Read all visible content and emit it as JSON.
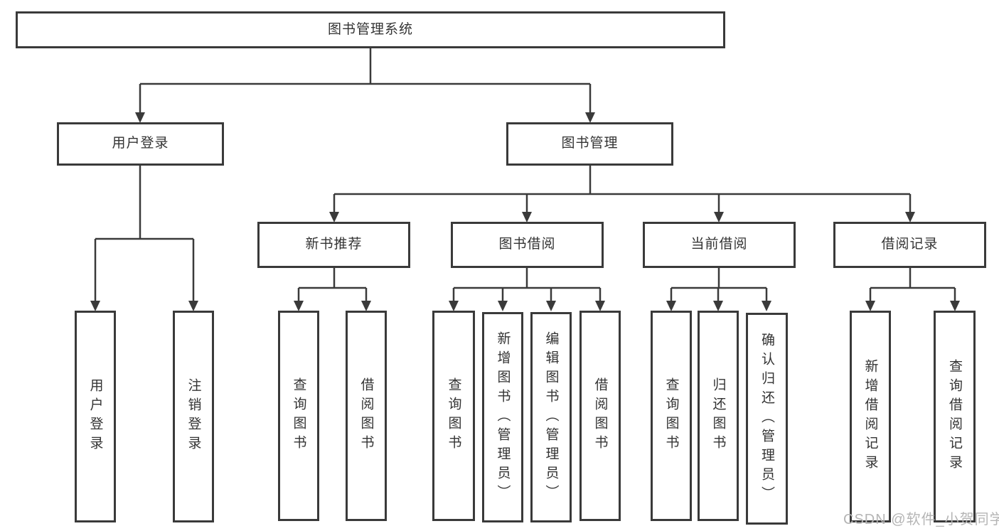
{
  "colors": {
    "line": "#3a3a3a",
    "box_border": "#3a3a3a",
    "text": "#333333",
    "watermark": "#b5b5b5",
    "background": "#ffffff"
  },
  "tree": {
    "root": {
      "label": "图书管理系统"
    },
    "branches": [
      {
        "label": "用户登录",
        "leaves": [
          {
            "label": "用户登录"
          },
          {
            "label": "注销登录"
          }
        ]
      },
      {
        "label": "图书管理",
        "groups": [
          {
            "label": "新书推荐",
            "leaves": [
              {
                "label": "查询图书"
              },
              {
                "label": "借阅图书"
              }
            ]
          },
          {
            "label": "图书借阅",
            "leaves": [
              {
                "label": "查询图书"
              },
              {
                "label": "新增图书（管理员）"
              },
              {
                "label": "编辑图书（管理员）"
              },
              {
                "label": "借阅图书"
              }
            ]
          },
          {
            "label": "当前借阅",
            "leaves": [
              {
                "label": "查询图书"
              },
              {
                "label": "归还图书"
              },
              {
                "label": "确认归还（管理员）"
              }
            ]
          },
          {
            "label": "借阅记录",
            "leaves": [
              {
                "label": "新增借阅记录"
              },
              {
                "label": "查询借阅记录"
              }
            ]
          }
        ]
      }
    ]
  },
  "watermark": {
    "text": "CSDN @软件_小贺同学"
  }
}
